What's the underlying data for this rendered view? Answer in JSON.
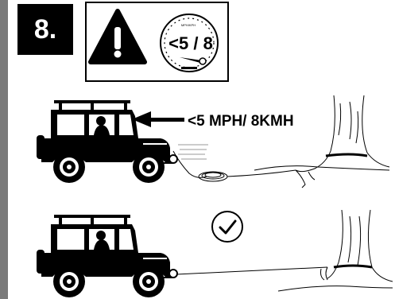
{
  "step": {
    "number": "8."
  },
  "gauge": {
    "scale_label": "MPH/KPH",
    "limit_label": "<5 / 8"
  },
  "speed_instruction": "<5 MPH/ 8KMH",
  "icons": [
    "warning-icon",
    "speedometer-icon",
    "checkmark-icon",
    "jeep-icon",
    "tree-icon"
  ],
  "colors": {
    "ink": "#000000",
    "bar": "#7a7a7a",
    "paper": "#ffffff"
  }
}
